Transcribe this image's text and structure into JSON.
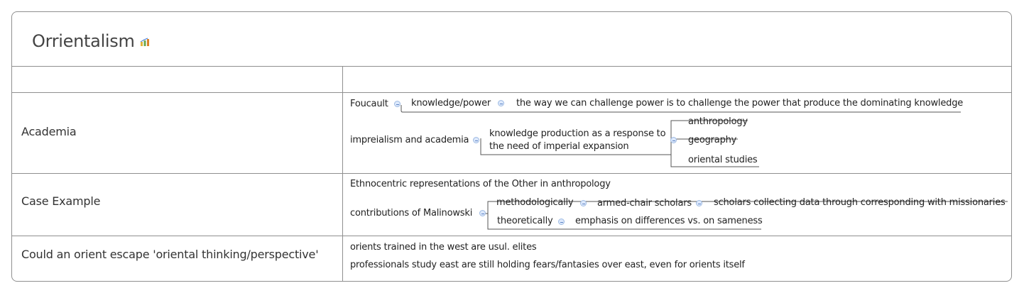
{
  "title": "Orrientalism",
  "title_icon": "chart-icon",
  "rows": {
    "academia": {
      "label": "Academia",
      "foucault": "Foucault",
      "knowledge_power": "knowledge/power",
      "challenge": "the way we can challenge power is to challenge the power that produce the dominating knowledge",
      "impreialism": "impreialism and academia",
      "knowledge_production": [
        "knowledge production as a response to",
        "the need of imperial expansion"
      ],
      "disciplines": [
        "anthropology",
        "geography",
        "oriental studies"
      ]
    },
    "case_example": {
      "label": "Case Example",
      "ethnocentric": "Ethnocentric representations of the Other in anthropology",
      "malinowski": "contributions of Malinowski",
      "methodologically": "methodologically",
      "armchair": "armed-chair scholars",
      "scholars": "scholars collecting data through corresponding with missionaries",
      "theoretically": "theoretically",
      "emphasis": "emphasis on differences vs. on sameness"
    },
    "orient": {
      "label": "Could an orient escape 'oriental thinking/perspective'",
      "items": [
        "orients trained in the west are usul. elites",
        "professionals study east are still holding fears/fantasies over east, even for orients itself"
      ]
    }
  },
  "colors": {
    "border": "#8f8f8f",
    "connector": "#555555",
    "collapse_fill": "#dce8fb",
    "collapse_stroke": "#9fbbe3"
  }
}
